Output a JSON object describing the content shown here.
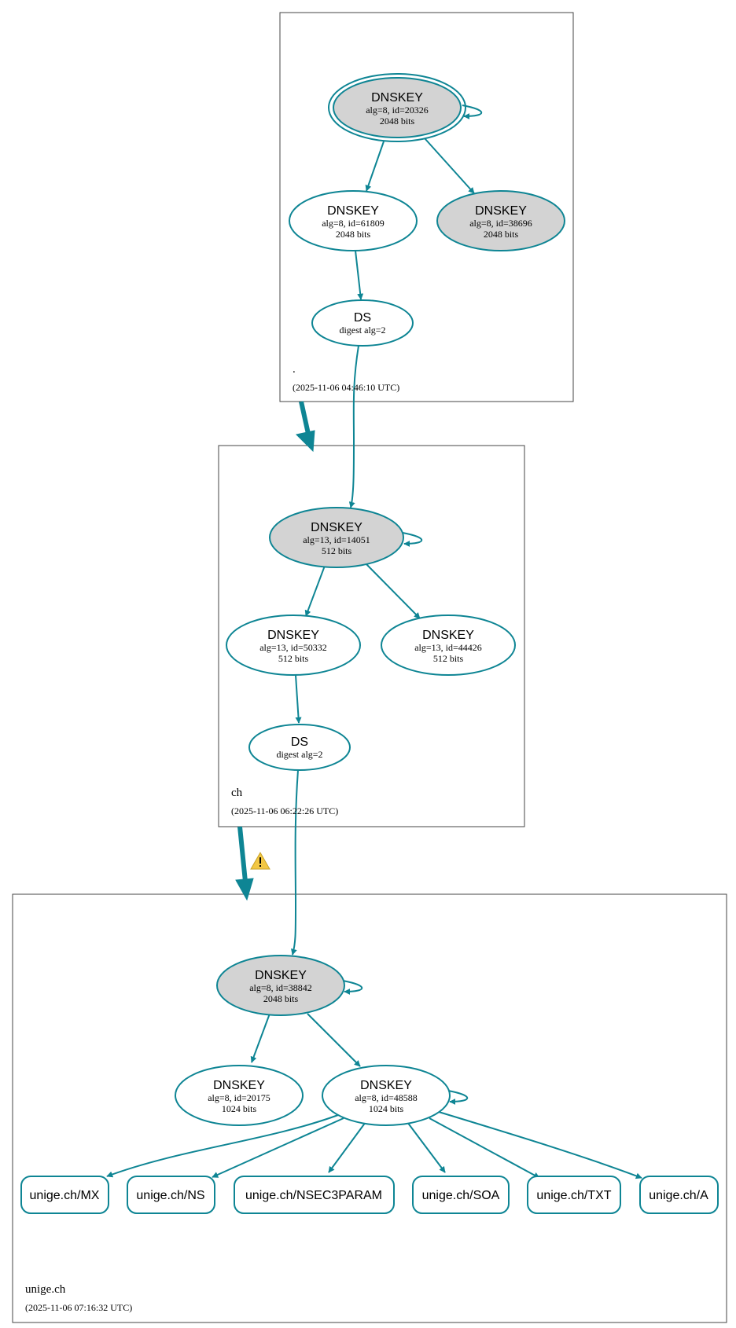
{
  "zones": {
    "root": {
      "name": ".",
      "timestamp": "(2025-11-06 04:46:10 UTC)",
      "ksk": {
        "title": "DNSKEY",
        "line1": "alg=8, id=20326",
        "line2": "2048 bits"
      },
      "zsk_a": {
        "title": "DNSKEY",
        "line1": "alg=8, id=61809",
        "line2": "2048 bits"
      },
      "zsk_b": {
        "title": "DNSKEY",
        "line1": "alg=8, id=38696",
        "line2": "2048 bits"
      },
      "ds": {
        "title": "DS",
        "line1": "digest alg=2"
      }
    },
    "ch": {
      "name": "ch",
      "timestamp": "(2025-11-06 06:22:26 UTC)",
      "ksk": {
        "title": "DNSKEY",
        "line1": "alg=13, id=14051",
        "line2": "512 bits"
      },
      "zsk_a": {
        "title": "DNSKEY",
        "line1": "alg=13, id=50332",
        "line2": "512 bits"
      },
      "zsk_b": {
        "title": "DNSKEY",
        "line1": "alg=13, id=44426",
        "line2": "512 bits"
      },
      "ds": {
        "title": "DS",
        "line1": "digest alg=2"
      }
    },
    "unige": {
      "name": "unige.ch",
      "timestamp": "(2025-11-06 07:16:32 UTC)",
      "ksk": {
        "title": "DNSKEY",
        "line1": "alg=8, id=38842",
        "line2": "2048 bits"
      },
      "zsk_a": {
        "title": "DNSKEY",
        "line1": "alg=8, id=20175",
        "line2": "1024 bits"
      },
      "zsk_b": {
        "title": "DNSKEY",
        "line1": "alg=8, id=48588",
        "line2": "1024 bits"
      },
      "rrsets": [
        "unige.ch/MX",
        "unige.ch/NS",
        "unige.ch/NSEC3PARAM",
        "unige.ch/SOA",
        "unige.ch/TXT",
        "unige.ch/A"
      ]
    }
  },
  "colors": {
    "edge": "#0e8594",
    "trust_anchor_fill": "#d3d3d3",
    "node_fill": "#ffffff",
    "warning": "#f2c744"
  },
  "icons": {
    "delegation_warning": "warning-triangle-icon"
  }
}
